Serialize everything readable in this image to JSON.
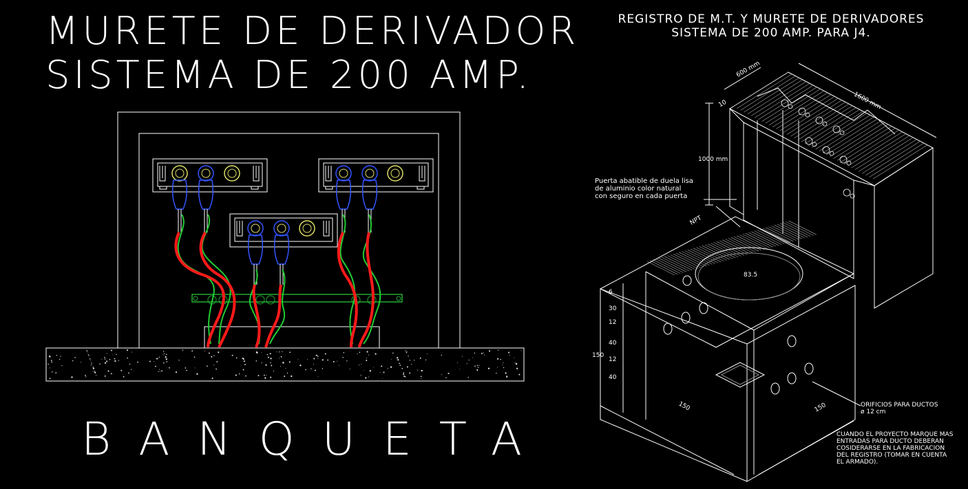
{
  "left_title": {
    "line1": "MURETE DE DERIVADOR",
    "line2": "SISTEMA DE 200 AMP."
  },
  "left_label": "BANQUETA",
  "right_title": {
    "line1": "REGISTRO DE M.T. Y MURETE DE DERIVADORES",
    "line2": "SISTEMA DE 200 AMP. PARA J4."
  },
  "door_note": {
    "line1": "Puerta abatible de duela lisa",
    "line2": "de aluminio color natural",
    "line3": "con seguro en cada puerta"
  },
  "ducts_note": {
    "line1": "ORIFICIOS PARA DUCTOS",
    "line2": "ø 12 cm"
  },
  "project_note": {
    "line1": "CUANDO EL PROYECTO MARQUE MAS",
    "line2": "ENTRADAS PARA DUCTO DEBERAN",
    "line3": "COSIDERARSE EN LA FABRICACION",
    "line4": "DEL REGISTRO (TOMAR EN CUENTA",
    "line5": "EL ARMADO)."
  },
  "dimensions": {
    "d600": "600 mm",
    "d1600": "1600 mm",
    "d10": "10",
    "d1000": "1000 mm",
    "npt": "NPT",
    "d835": "83.5",
    "d6": "6",
    "d30": "30",
    "d12a": "12",
    "d40a": "40",
    "d150v": "150",
    "d12b": "12",
    "d40b": "40",
    "d150a": "150",
    "d150b": "150"
  },
  "colors": {
    "background": "#000000",
    "lines": "#ffffff",
    "cable_red": "#ff1a1a",
    "cable_green": "#22cc33",
    "connector_blue": "#3355ff",
    "connector_yellow": "#dddd66",
    "ground_bar": "#22aa33"
  }
}
